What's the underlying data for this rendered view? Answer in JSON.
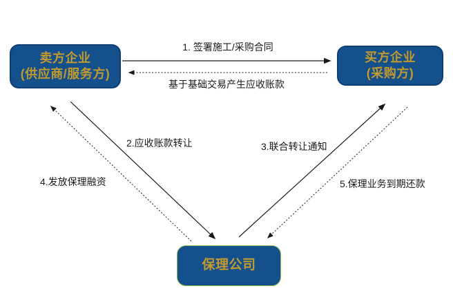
{
  "diagram": {
    "type": "flow-diagram",
    "language": "zh-CN",
    "nodes": {
      "seller": {
        "line1": "卖方企业",
        "line2": "(供应商/服务方)"
      },
      "buyer": {
        "line1": "买方企业",
        "line2": "(采购方)"
      },
      "factoring": {
        "line1": "保理公司"
      }
    },
    "edges": [
      {
        "id": "sign-contract",
        "label": "1. 签署施工/采购合同",
        "from": "seller",
        "to": "buyer",
        "line": "solid"
      },
      {
        "id": "receivables-generated",
        "label": "基于基础交易产生应收账款",
        "from": "buyer",
        "to": "seller",
        "line": "dotted"
      },
      {
        "id": "receivables-transfer",
        "label": "2.应收账款转让",
        "from": "seller",
        "to": "factoring",
        "line": "solid"
      },
      {
        "id": "joint-transfer-notice",
        "label": "3.联合转让通知",
        "from": "factoring",
        "to": "buyer",
        "line": "solid"
      },
      {
        "id": "factoring-financing",
        "label": "4.发放保理融资",
        "from": "factoring",
        "to": "seller",
        "line": "dotted"
      },
      {
        "id": "maturity-repayment",
        "label": "5.保理业务到期还款",
        "from": "buyer",
        "to": "factoring",
        "line": "dotted"
      }
    ],
    "colors": {
      "node_fill": "#14508C",
      "node_text": "#C29A2E",
      "node_border": "#0E3E73",
      "factoring_border": "#94BA58",
      "arrow": "#1A1A1A",
      "label_text": "#1A1A1A",
      "background": "#FFFFFF"
    }
  }
}
